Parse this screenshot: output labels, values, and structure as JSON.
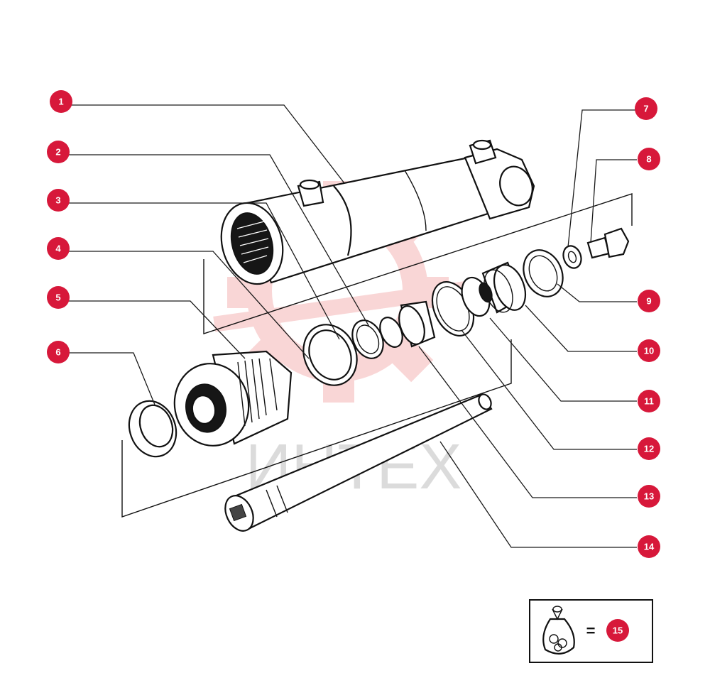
{
  "diagram": {
    "callouts": [
      {
        "id": "1",
        "label": "1"
      },
      {
        "id": "2",
        "label": "2"
      },
      {
        "id": "3",
        "label": "3"
      },
      {
        "id": "4",
        "label": "4"
      },
      {
        "id": "5",
        "label": "5"
      },
      {
        "id": "6",
        "label": "6"
      },
      {
        "id": "7",
        "label": "7"
      },
      {
        "id": "8",
        "label": "8"
      },
      {
        "id": "9",
        "label": "9"
      },
      {
        "id": "10",
        "label": "10"
      },
      {
        "id": "11",
        "label": "11"
      },
      {
        "id": "12",
        "label": "12"
      },
      {
        "id": "13",
        "label": "13"
      },
      {
        "id": "14",
        "label": "14"
      }
    ],
    "watermark": "ИНТЕХ",
    "legend": {
      "equals": "=",
      "kit_number": "15"
    }
  },
  "colors": {
    "callout": "#d7183a",
    "watermark": "#f2c3c3",
    "line": "#111111"
  }
}
